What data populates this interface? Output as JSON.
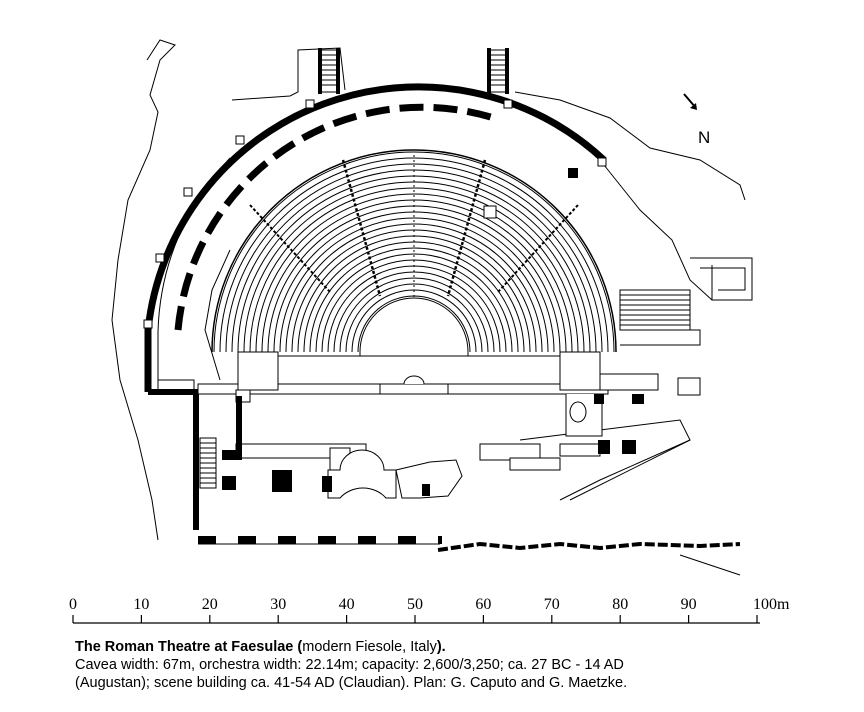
{
  "north_label": "N",
  "scale_bar": {
    "ticks": [
      "0",
      "10",
      "20",
      "30",
      "40",
      "50",
      "60",
      "70",
      "80",
      "90",
      "100m"
    ]
  },
  "caption": {
    "title_bold_1": "The Roman Theatre at Faesulae (",
    "title_normal": "modern Fiesole, Italy",
    "title_bold_2": ").",
    "line2": "Cavea width: 67m, orchestra width: 22.14m; capacity: 2,600/3,250; ca. 27 BC - 14 AD",
    "line3": "(Augustan); scene building ca. 41-54 AD (Claudian).  Plan: G. Caputo and G. Maetzke."
  },
  "colors": {
    "ink": "#000000",
    "paper": "#ffffff"
  }
}
